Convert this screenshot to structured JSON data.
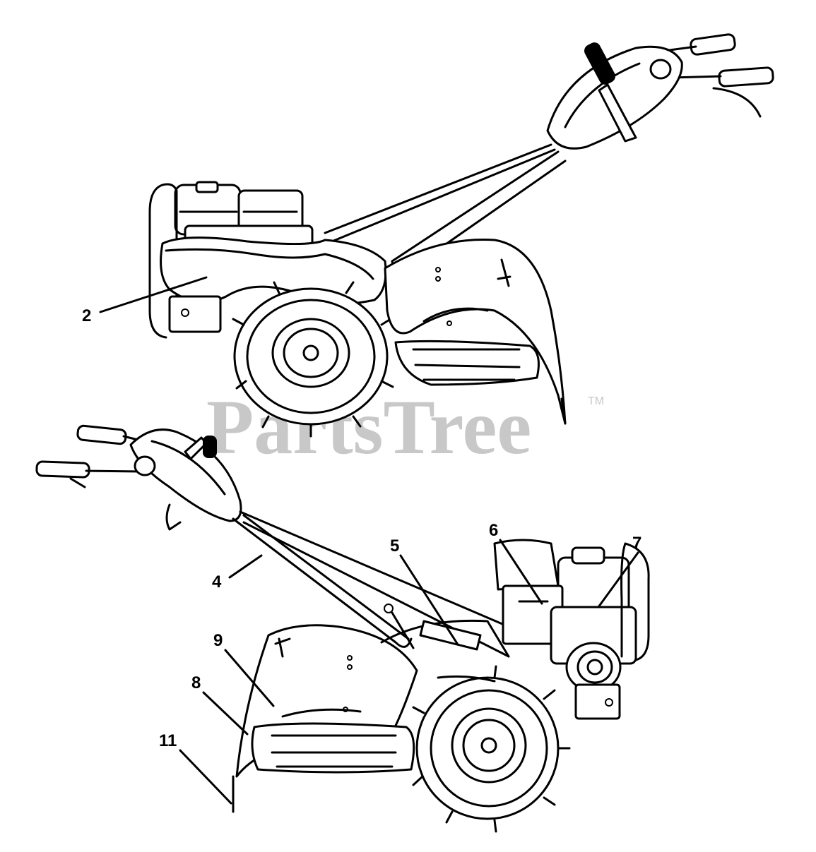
{
  "watermark": {
    "text": "PartsTree",
    "trademark": "TM"
  },
  "callouts": [
    {
      "id": "c2",
      "number": "2"
    },
    {
      "id": "c4",
      "number": "4"
    },
    {
      "id": "c5",
      "number": "5"
    },
    {
      "id": "c6",
      "number": "6"
    },
    {
      "id": "c7",
      "number": "7"
    },
    {
      "id": "c8",
      "number": "8"
    },
    {
      "id": "c9",
      "number": "9"
    },
    {
      "id": "c11",
      "number": "11"
    }
  ]
}
